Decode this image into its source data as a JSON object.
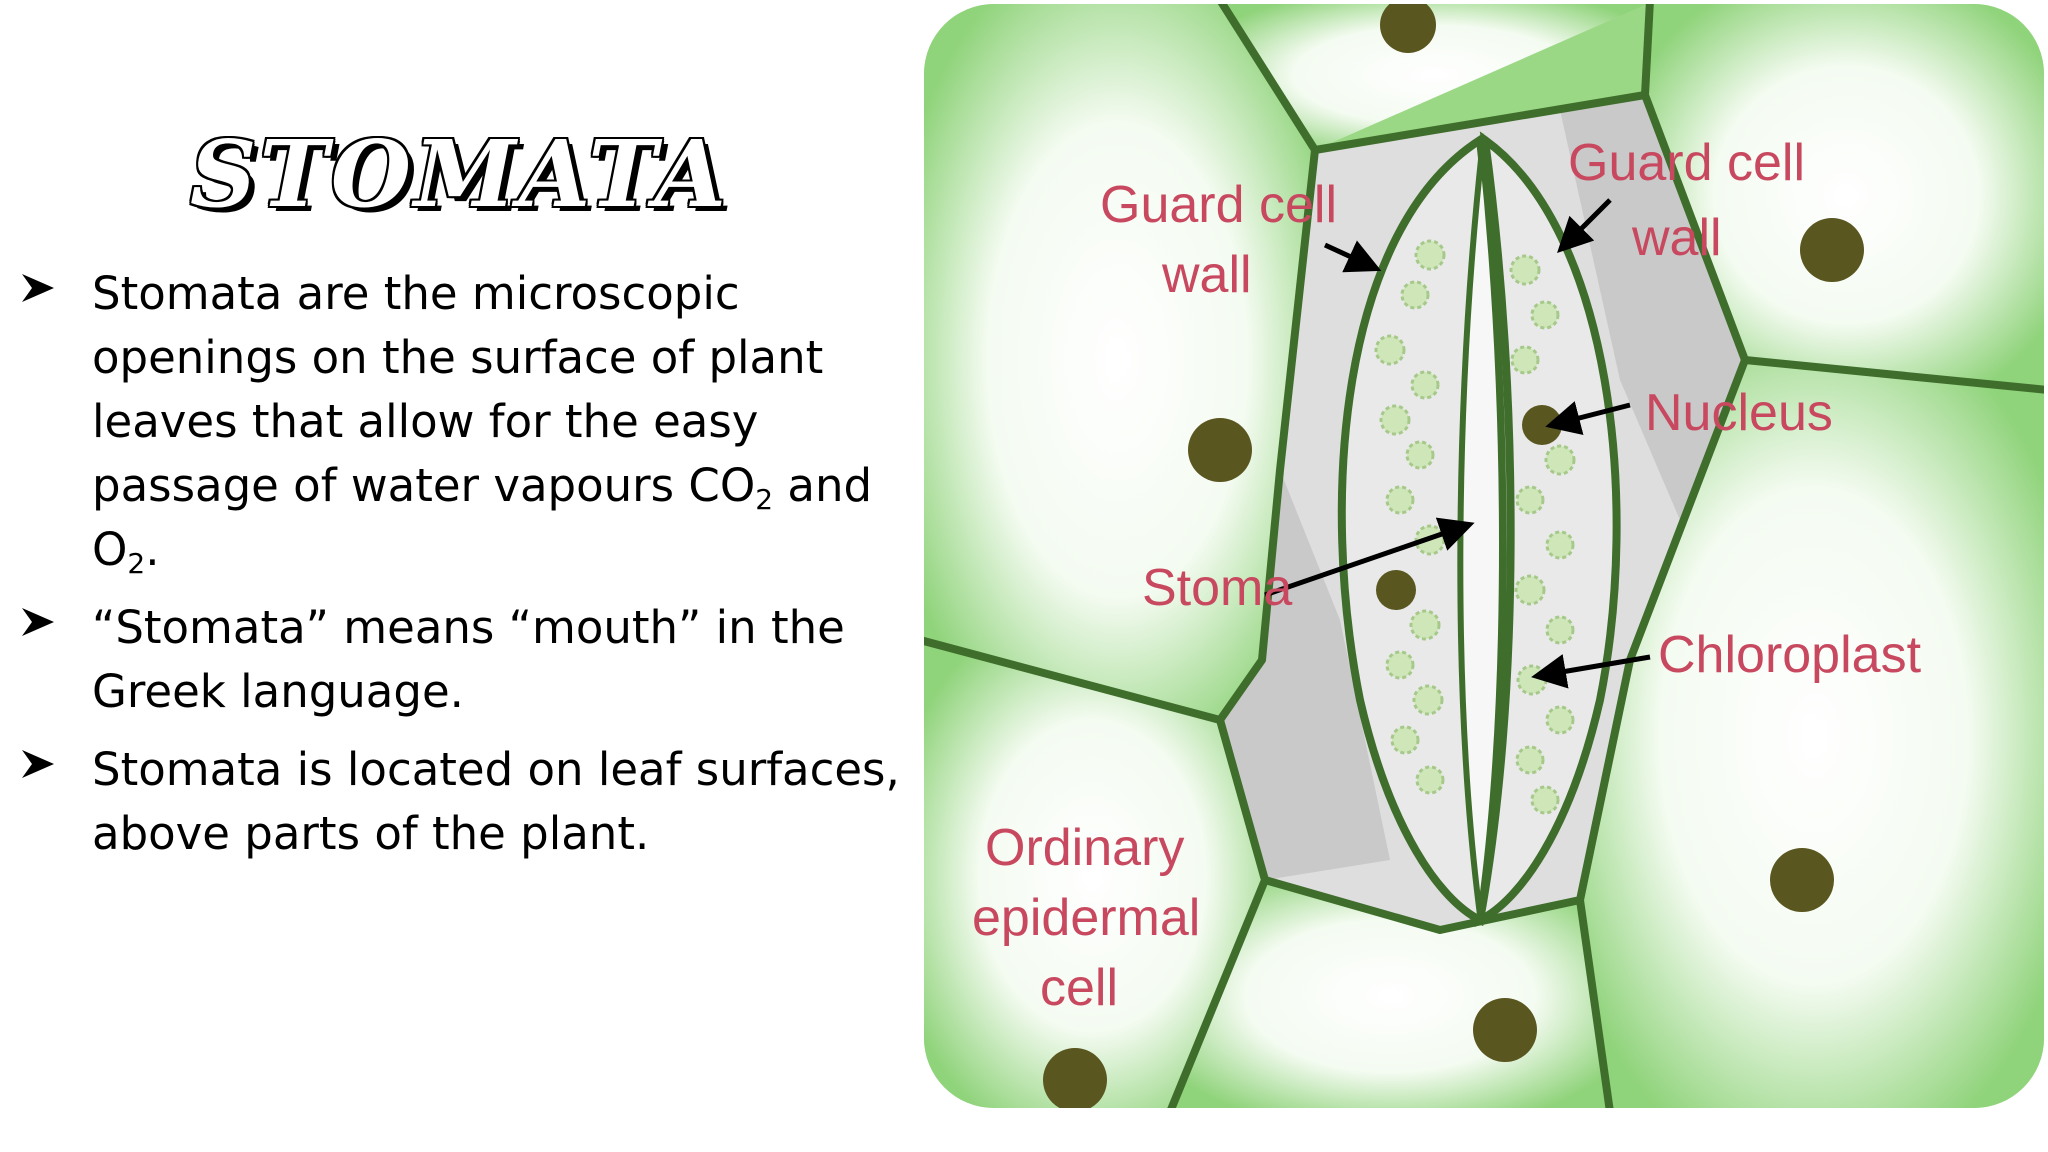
{
  "slide": {
    "title": "STOMATA",
    "bullets": [
      {
        "text_before_co2": "Stomata are the microscopic openings on the surface of plant leaves that allow for the easy passage of water vapours CO",
        "sub1": "2",
        "mid": " and O",
        "sub2": "2",
        "end": "."
      },
      {
        "text": "“Stomata” means “mouth” in the Greek language."
      },
      {
        "text": "Stomata is located on leaf surfaces, above parts of the plant."
      }
    ]
  },
  "diagram": {
    "labels": {
      "guard_cell_wall_left_1": "Guard cell",
      "guard_cell_wall_left_2": "wall",
      "guard_cell_wall_right_1": "Guard cell",
      "guard_cell_wall_right_2": "wall",
      "nucleus": "Nucleus",
      "stoma": "Stoma",
      "chloroplast": "Chloroplast",
      "ordinary_1": "Ordinary",
      "ordinary_2": "epidermal",
      "ordinary_3": "cell"
    },
    "colors": {
      "cell_wall": "#3f6e2c",
      "cell_fill": "#8fd37a",
      "nucleus": "#5a5620",
      "label": "#c8495f",
      "gray": "#cfcfcf"
    }
  }
}
